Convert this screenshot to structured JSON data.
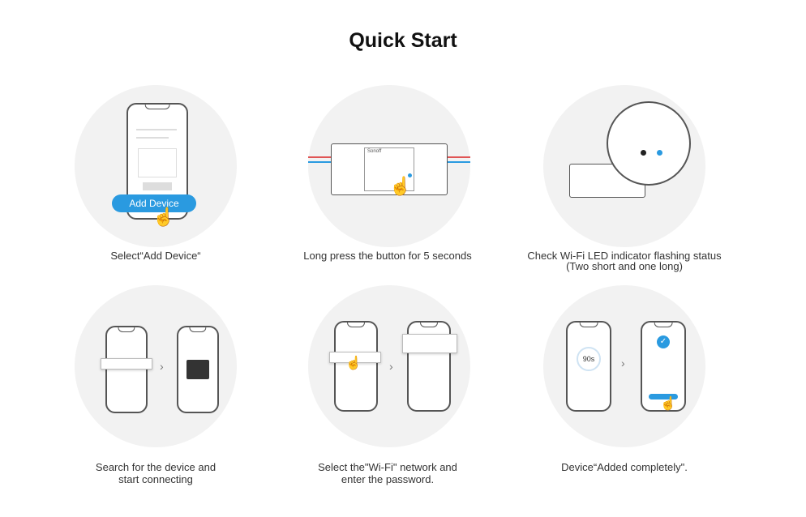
{
  "title": "Quick Start",
  "steps": [
    {
      "caption": "Select“Add Device“",
      "button": "Add Device"
    },
    {
      "caption": "Long press the button for 5 seconds",
      "brand": "Sonoff"
    },
    {
      "caption_line1": "Check Wi-Fi LED indicator flashing status",
      "caption_line2": "(Two short and one long)"
    },
    {
      "caption_line1": "Search for the device and",
      "caption_line2": "start connecting"
    },
    {
      "caption_line1": "Select the\"Wi-Fi\" network and",
      "caption_line2": "enter the password."
    },
    {
      "caption": "Device“Added completely\".",
      "timer": "90s"
    }
  ],
  "colors": {
    "accent": "#2a9ae0",
    "circle": "#f2f2f2"
  }
}
